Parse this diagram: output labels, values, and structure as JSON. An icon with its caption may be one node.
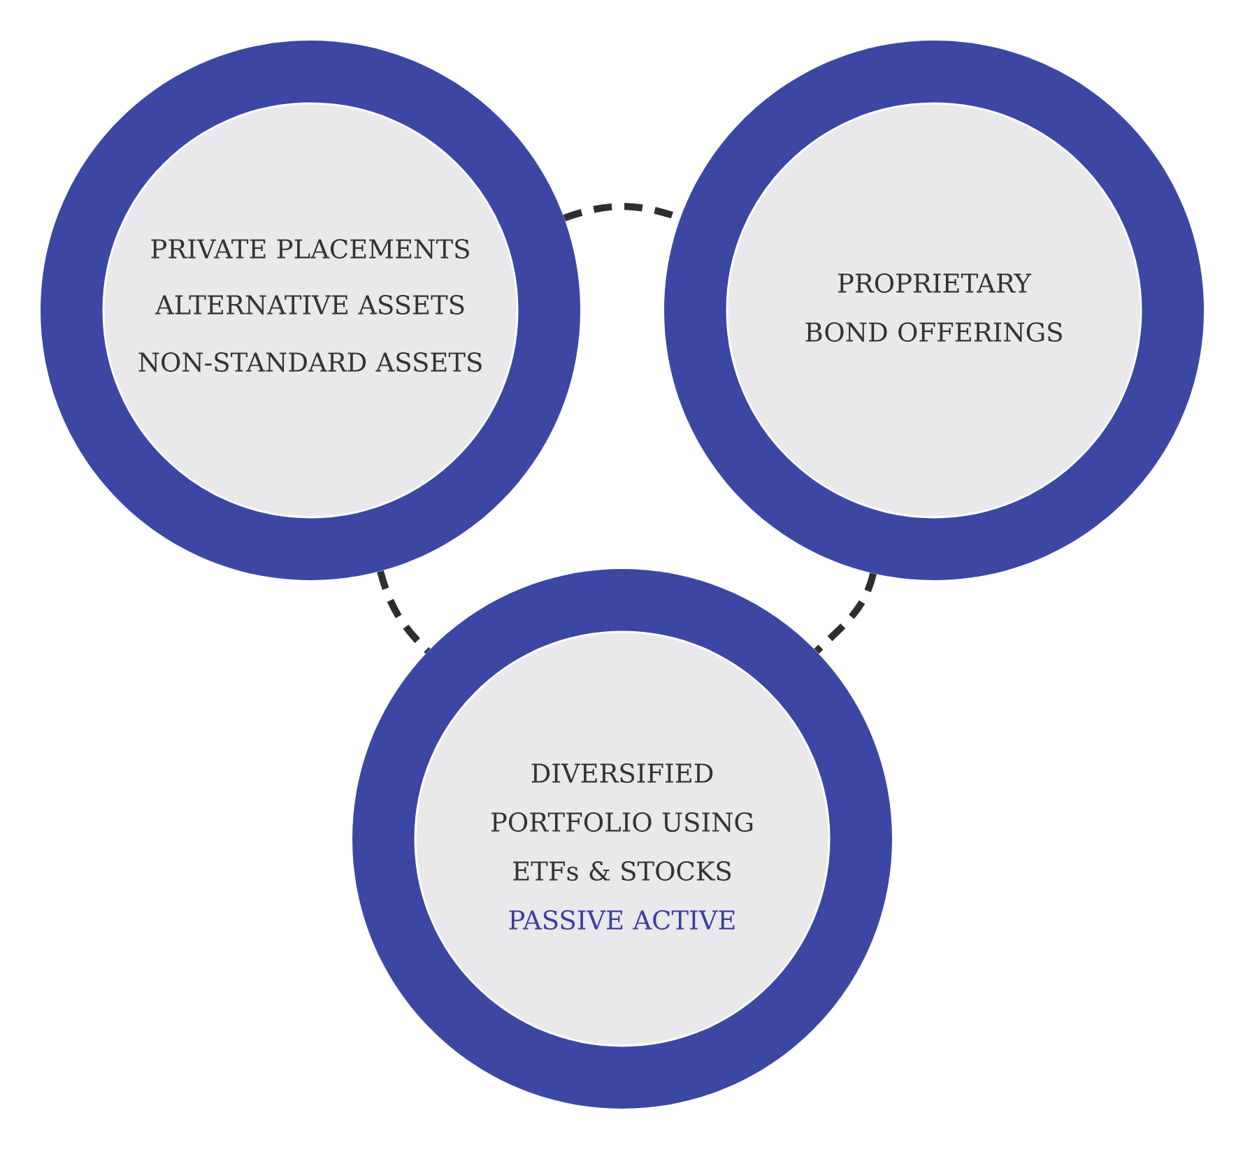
{
  "diagram": {
    "nodes": [
      {
        "text": [
          "PRIVATE PLACEMENTS",
          "ALTERNATIVE ASSETS",
          "NON-STANDARD ASSETS"
        ]
      },
      {
        "text": [
          "PROPRIETARY BOND OFFERINGS"
        ]
      },
      {
        "text": [
          "DIVERSIFIED PORTFOLIO USING ETFs & STOCKS",
          "PASSIVE ACTIVE"
        ]
      }
    ],
    "edges": [
      {
        "from": 0,
        "to": 1,
        "arrow": "none",
        "style": "dashed"
      },
      {
        "from": 0,
        "to": 2,
        "arrow": "none",
        "style": "dashed"
      },
      {
        "from": 1,
        "to": 2,
        "arrow": "none",
        "style": "dashed"
      }
    ]
  }
}
